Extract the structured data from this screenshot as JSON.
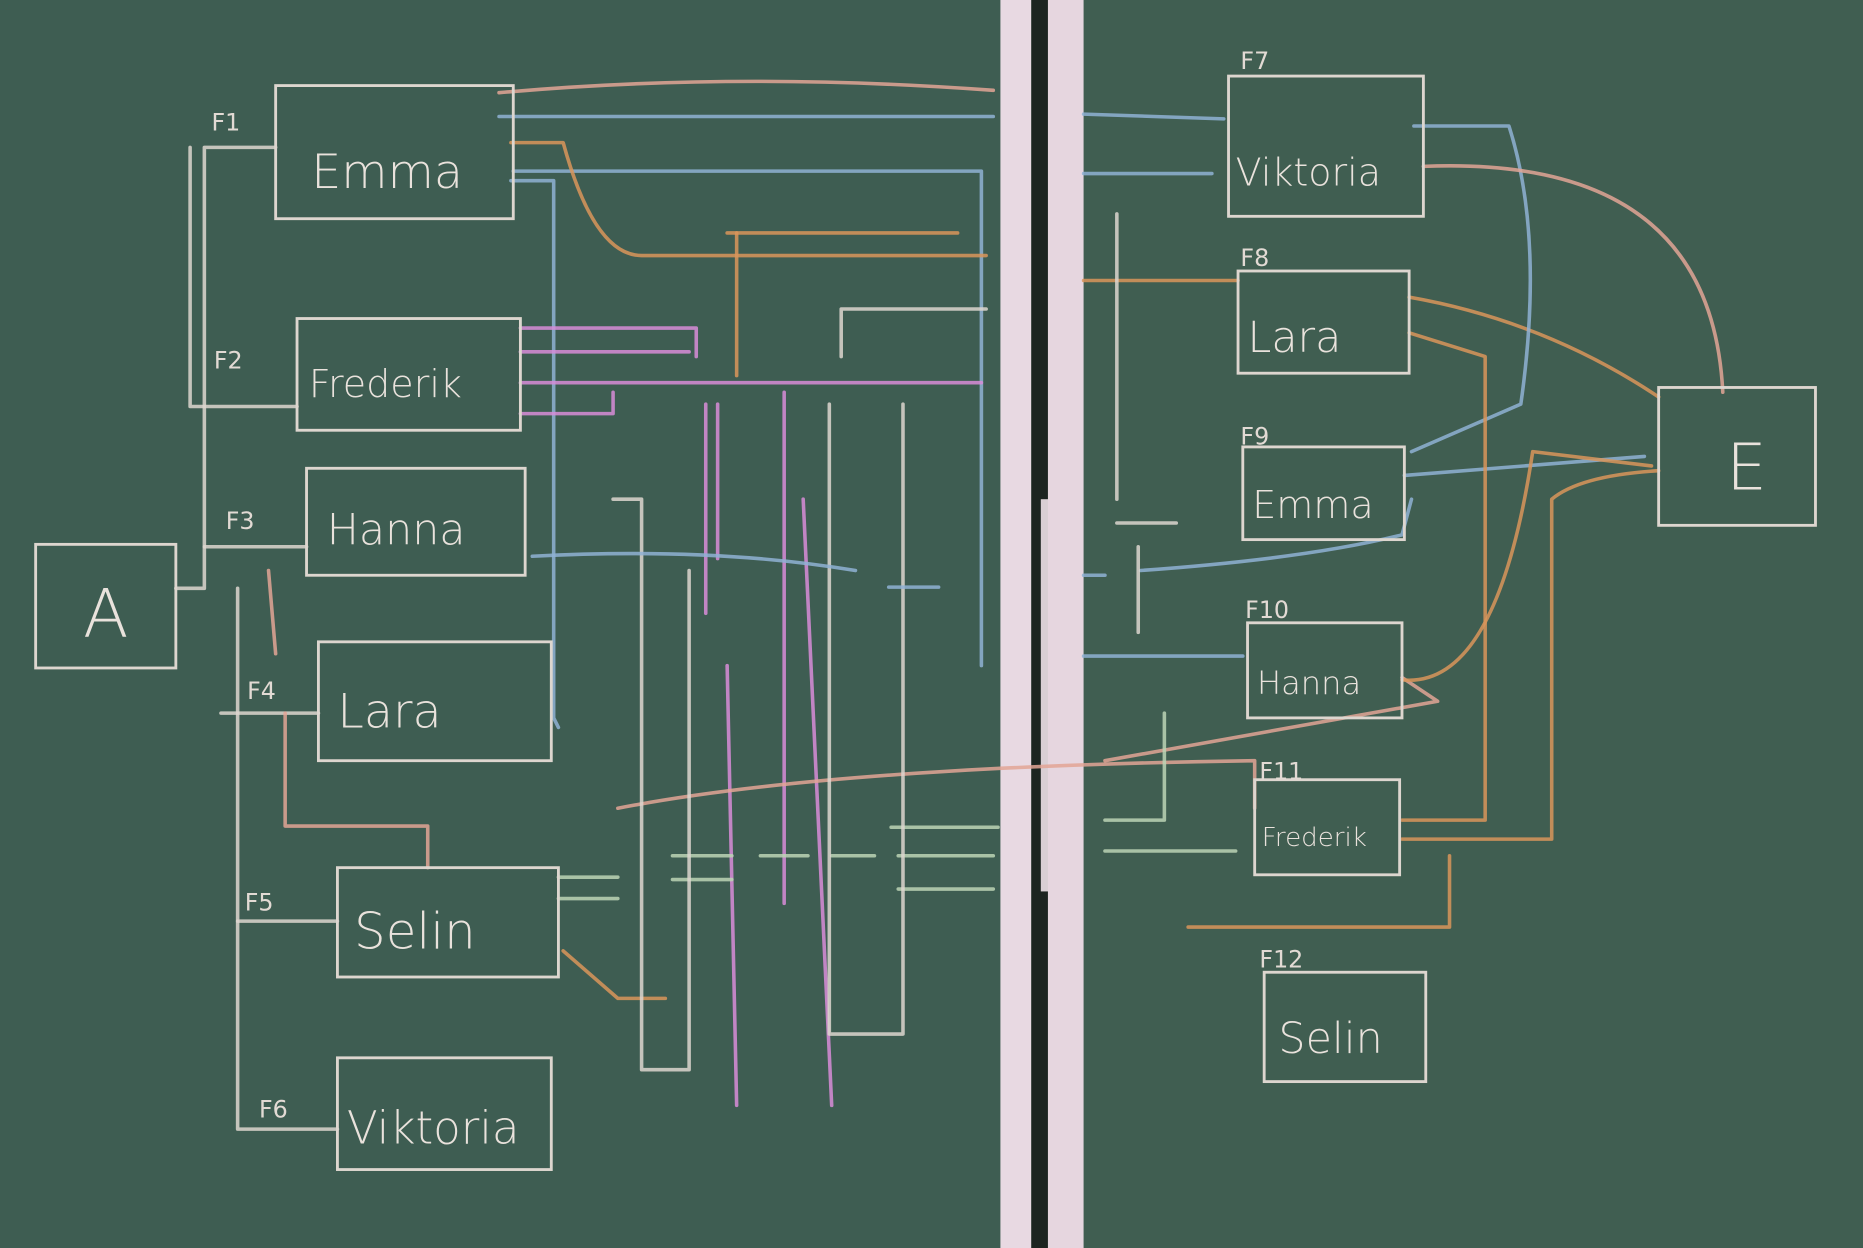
{
  "diagram": {
    "start": {
      "label": "A"
    },
    "end": {
      "label": "E"
    },
    "left_nodes": [
      {
        "tag": "F1",
        "name": "Emma"
      },
      {
        "tag": "F2",
        "name": "Frederik"
      },
      {
        "tag": "F3",
        "name": "Hanna"
      },
      {
        "tag": "F4",
        "name": "Lara"
      },
      {
        "tag": "F5",
        "name": "Selin"
      },
      {
        "tag": "F6",
        "name": "Viktoria"
      }
    ],
    "right_nodes": [
      {
        "tag": "F7",
        "name": "Viktoria"
      },
      {
        "tag": "F8",
        "name": "Lara"
      },
      {
        "tag": "F9",
        "name": "Emma"
      },
      {
        "tag": "F10",
        "name": "Hanna"
      },
      {
        "tag": "F11",
        "name": "Frederik"
      },
      {
        "tag": "F12",
        "name": "Selin"
      }
    ],
    "colors": {
      "board": "#3d5b50",
      "white": "#ddd6cf",
      "pink": "#d88cd8",
      "blue": "#8fb2d4",
      "orange": "#d9955a",
      "salmon": "#e2a595",
      "green": "#bcd3b5"
    }
  }
}
